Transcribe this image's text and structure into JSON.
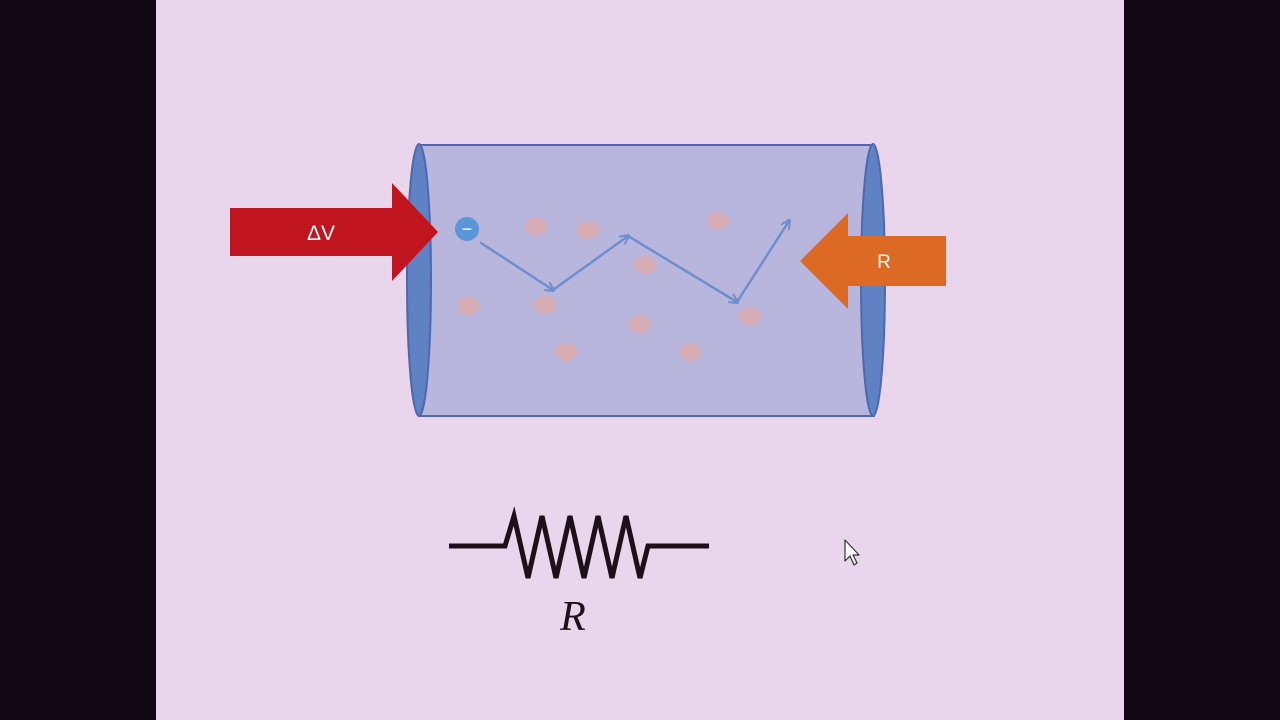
{
  "slide": {
    "background": "#e9d6ec",
    "side_bar_color": "#0f0812"
  },
  "diagram": {
    "voltage_arrow": {
      "label": "ΔV",
      "color": "#c0141f"
    },
    "resistance_arrow": {
      "label": "R",
      "color": "#dd6a24"
    },
    "conductor": {
      "fill": "#b9b6dd",
      "end_cap_color": "#5f82c4",
      "outline": "#4f67ad"
    },
    "electron": {
      "symbol": "−",
      "color": "#5b96d8"
    },
    "path_color": "#6d8fd0",
    "ion_color": "#d8aeb6"
  },
  "resistor_symbol": {
    "label": "R",
    "line_color": "#1e1018"
  },
  "cursor": {
    "icon": "mouse-pointer-icon"
  }
}
